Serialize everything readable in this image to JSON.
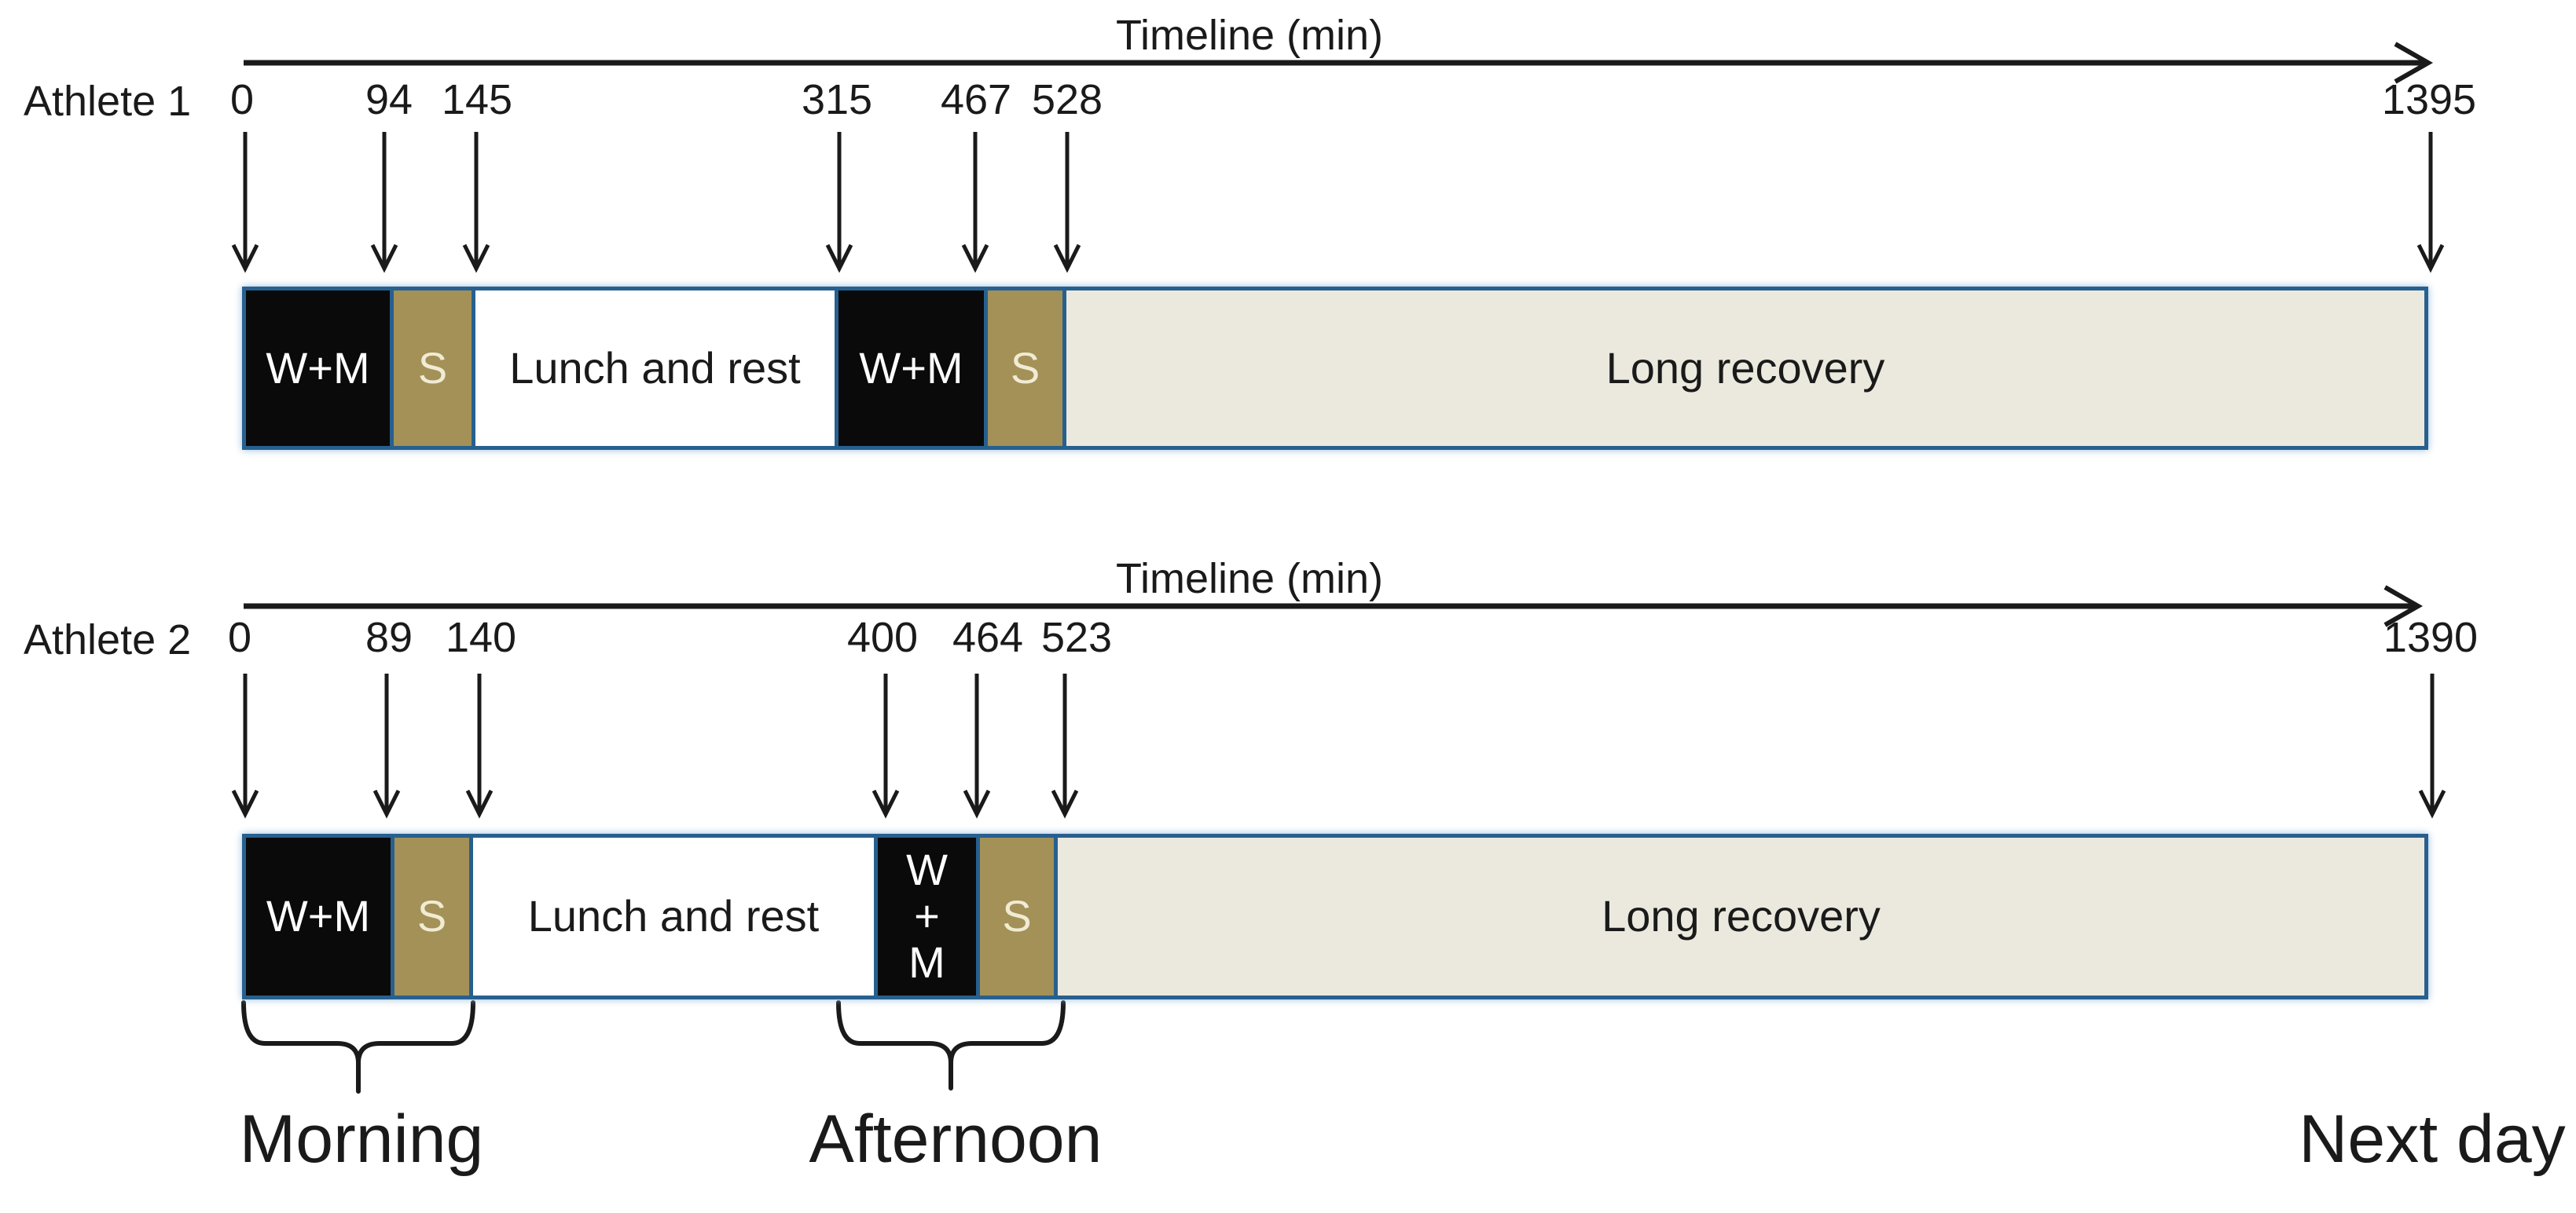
{
  "colors": {
    "bar_border": "#27608f",
    "block_black": "#0a0a0a",
    "block_olive": "#a39158",
    "block_white": "#ffffff",
    "block_beige": "#ebe9dd",
    "s_text": "#f1ebd4",
    "text": "#1a1a1a"
  },
  "athlete1": {
    "label": "Athlete 1",
    "timeline_title": "Timeline (min)",
    "marks": [
      "0",
      "94",
      "145",
      "315",
      "467",
      "528",
      "1395"
    ],
    "segments": [
      "W+M",
      "S",
      "Lunch and rest",
      "W+M",
      "S",
      "Long recovery"
    ]
  },
  "athlete2": {
    "label": "Athlete 2",
    "timeline_title": "Timeline (min)",
    "marks": [
      "0",
      "89",
      "140",
      "400",
      "464",
      "523",
      "1390"
    ],
    "segments": [
      "W+M",
      "S",
      "Lunch and rest",
      "W\n+\nM",
      "S",
      "Long recovery"
    ]
  },
  "footer": {
    "morning": "Morning",
    "afternoon": "Afternoon",
    "next_day": "Next day"
  }
}
